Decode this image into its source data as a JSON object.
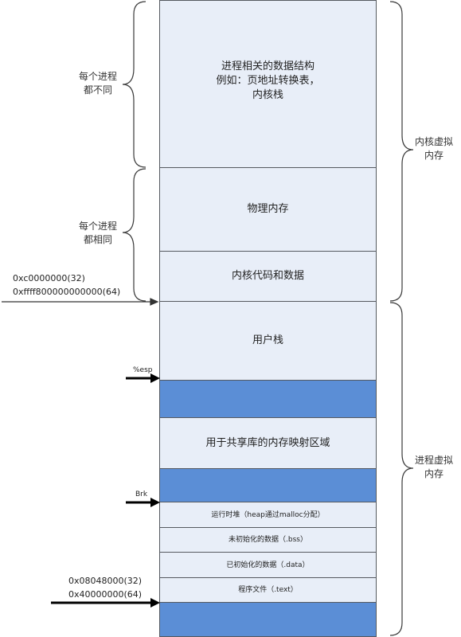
{
  "blocks": {
    "kernel_structs": "进程相关的数据结构\n例如：页地址转换表，\n内核栈",
    "physical_memory": "物理内存",
    "kernel_code": "内核代码和数据",
    "user_stack": "用户栈",
    "shared_lib": "用于共享库的内存映射区域",
    "heap": "运行时堆（heap通过malloc分配）",
    "bss": "未初始化的数据（.bss）",
    "data": "已初始化的数据（.data）",
    "text": "程序文件（.text）"
  },
  "left_labels": {
    "per_process_diff": "每个进程\n都不同",
    "per_process_same": "每个进程\n都相同"
  },
  "right_labels": {
    "kernel_virtual": "内核虚拟\n内存",
    "process_virtual": "进程虚拟\n内存"
  },
  "addresses": {
    "kernel_base": "0xc0000000(32)\n0xffff800000000000(64)",
    "text_base": "0x08048000(32)\n0x40000000(64)"
  },
  "pointers": {
    "esp": "%esp",
    "brk": "Brk"
  }
}
